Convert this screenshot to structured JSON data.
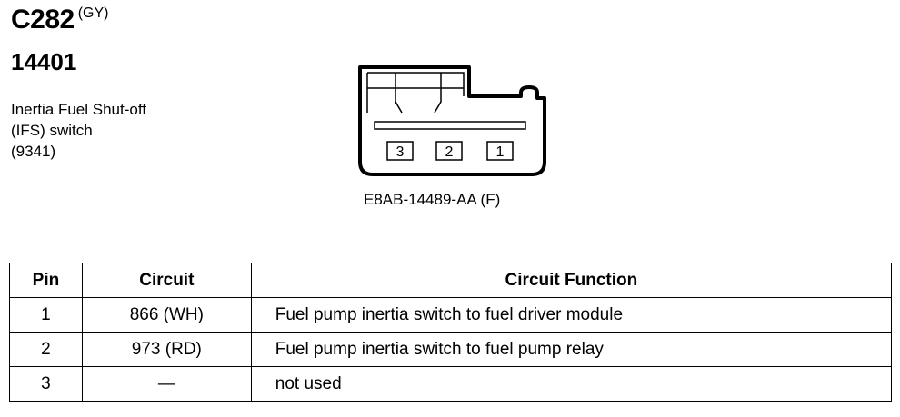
{
  "connector": {
    "id": "C282",
    "color": "(GY)",
    "part_number": "14401",
    "description_lines": [
      "Inertia Fuel Shut-off",
      "(IFS) switch",
      "(9341)"
    ],
    "connector_code": "E8AB-14489-AA (F)",
    "pin_labels": [
      "3",
      "2",
      "1"
    ]
  },
  "table": {
    "headers": [
      "Pin",
      "Circuit",
      "Circuit Function"
    ],
    "rows": [
      {
        "pin": "1",
        "circuit": "866 (WH)",
        "function": "Fuel pump inertia switch to fuel driver module"
      },
      {
        "pin": "2",
        "circuit": "973 (RD)",
        "function": "Fuel pump inertia switch to fuel pump relay"
      },
      {
        "pin": "3",
        "circuit": "—",
        "function": "not used"
      }
    ]
  }
}
